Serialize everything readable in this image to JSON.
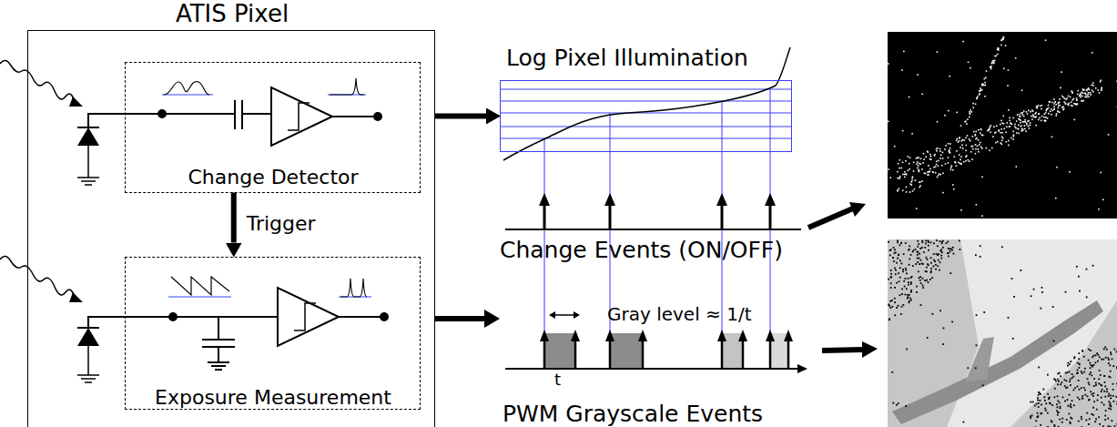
{
  "diagram": {
    "nodes": [
      {
        "text": [
          "ATIS Pixel"
        ]
      },
      {
        "text": [
          "Change Detector"
        ],
        "in": 0
      },
      {
        "text": [
          "Exposure Measurement"
        ],
        "in": 0
      },
      {
        "text": [
          "Log Pixel Illumination"
        ]
      }
    ],
    "edges": [
      {
        "from": 1,
        "to": 2,
        "arrow": "to",
        "label": "Trigger"
      },
      {
        "from": 0,
        "to": 3,
        "arrow": "to"
      }
    ],
    "labels": [
      "Change Events (ON/OFF)",
      "Gray level ≈ 1/t",
      "t",
      "PWM Grayscale Events"
    ]
  }
}
